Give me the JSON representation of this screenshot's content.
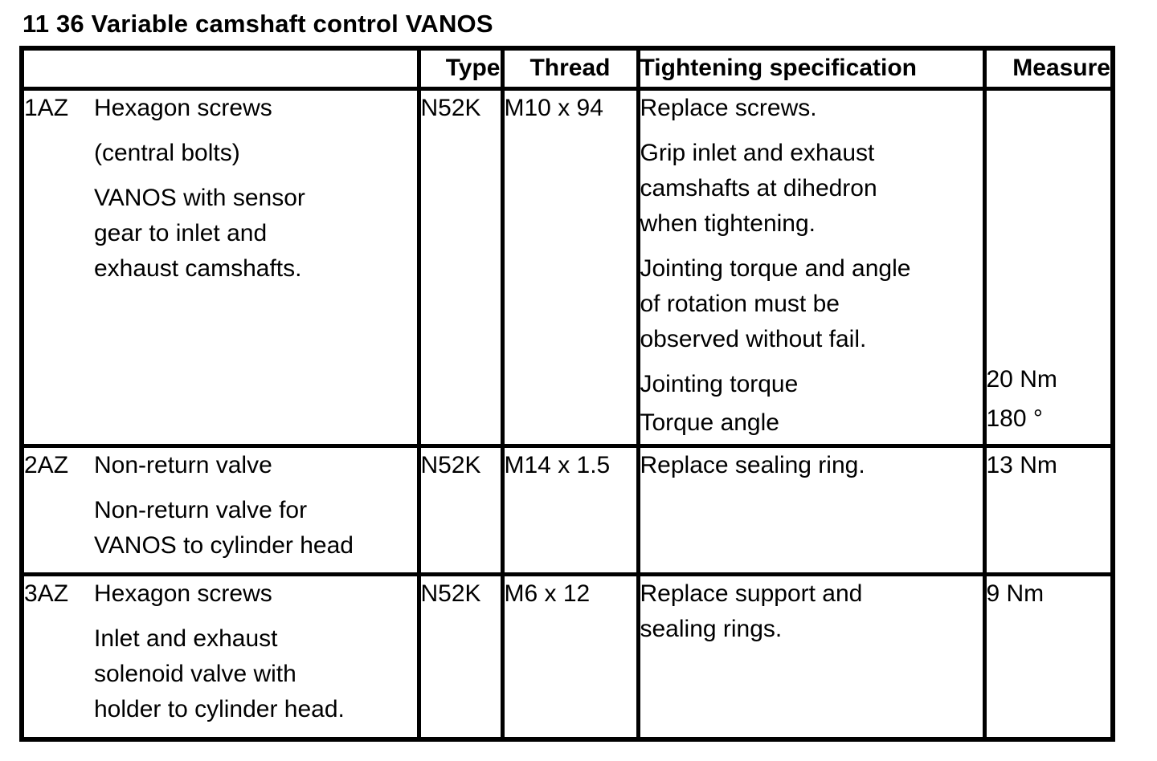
{
  "title": "11 36 Variable camshaft control VANOS",
  "table": {
    "headers": {
      "item": "",
      "type": "Type",
      "thread": "Thread",
      "spec": "Tightening specification",
      "measure": "Measure"
    },
    "rows": [
      {
        "id": "1AZ",
        "description": [
          "Hexagon screws",
          "(central bolts)",
          "VANOS with sensor\ngear to inlet and\nexhaust camshafts."
        ],
        "type": "N52K",
        "thread": "M10 x 94",
        "spec": [
          "Replace screws.",
          "Grip inlet and exhaust\ncamshafts at dihedron\nwhen tightening.",
          "Jointing torque and angle\nof rotation must be\nobserved without fail.",
          "Jointing torque",
          "Torque angle"
        ],
        "measure": [
          "20 Nm",
          "180 °"
        ]
      },
      {
        "id": "2AZ",
        "description": [
          "Non-return valve",
          "Non-return valve for\nVANOS to cylinder head"
        ],
        "type": "N52K",
        "thread": "M14 x 1.5",
        "spec": [
          "Replace sealing ring."
        ],
        "measure": [
          "13 Nm"
        ]
      },
      {
        "id": "3AZ",
        "description": [
          "Hexagon screws",
          "Inlet and exhaust\nsolenoid valve with\nholder to cylinder head."
        ],
        "type": "N52K",
        "thread": "M6 x 12",
        "spec": [
          "Replace support and\nsealing rings."
        ],
        "measure": [
          "9 Nm"
        ]
      }
    ]
  }
}
